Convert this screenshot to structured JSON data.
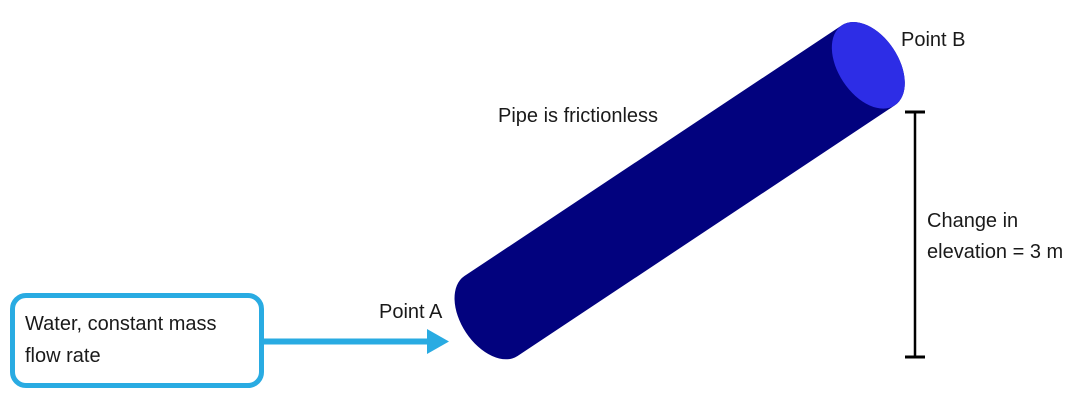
{
  "diagram": {
    "flow_box": {
      "line1": "Water, constant mass",
      "line2": "flow rate"
    },
    "point_a_label": "Point A",
    "point_b_label": "Point B",
    "pipe_label": "Pipe is frictionless",
    "elevation_label": {
      "line1": "Change in",
      "line2": "elevation = 3 m"
    }
  },
  "colors": {
    "background": "#FFFFFF",
    "pipe_body": "#02027E",
    "pipe_face": "#2D2DE6",
    "flow_accent": "#29ABE2",
    "measure_line": "#000000",
    "text": "#1A1A1A"
  }
}
